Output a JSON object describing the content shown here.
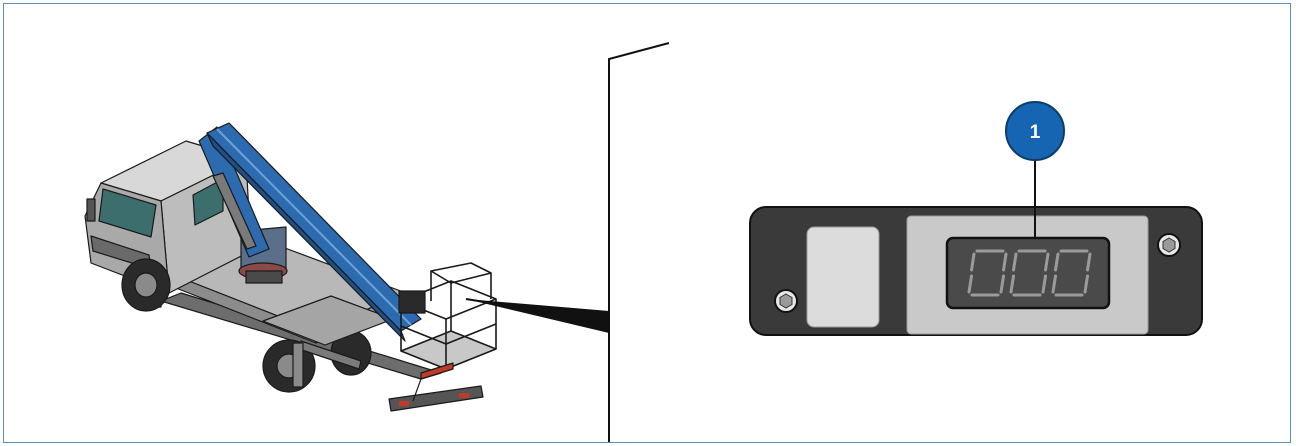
{
  "callout": {
    "number": "1"
  },
  "display": {
    "readout": "000"
  },
  "colors": {
    "frame_border": "#5b8fb9",
    "callout_fill": "#1565b3",
    "boom_blue": "#2d6bb0",
    "panel_dark": "#3a3a3a",
    "display_window": "#4a4a4a",
    "digit_color": "#9a9a9a"
  },
  "icons": {
    "truck": "aerial-work-platform-truck-illustration",
    "screw": "hex-screw-icon"
  }
}
